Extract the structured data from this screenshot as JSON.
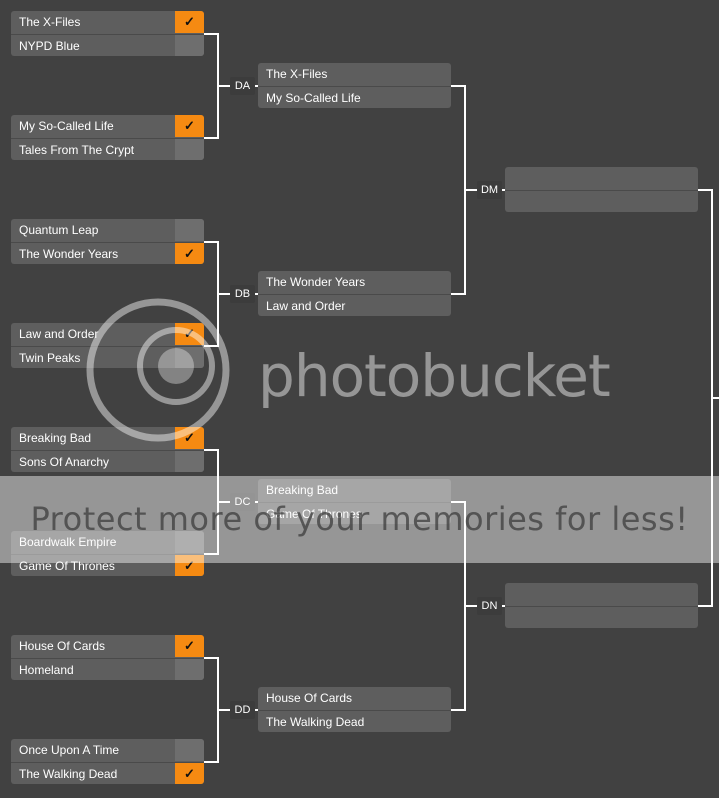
{
  "round1": [
    {
      "top": "The X-Files",
      "bottom": "NYPD Blue",
      "pick": "top"
    },
    {
      "top": "My So-Called Life",
      "bottom": "Tales From The Crypt",
      "pick": "top"
    },
    {
      "top": "Quantum Leap",
      "bottom": "The Wonder Years",
      "pick": "bottom"
    },
    {
      "top": "Law and Order",
      "bottom": "Twin Peaks",
      "pick": "top"
    },
    {
      "top": "Breaking Bad",
      "bottom": "Sons Of Anarchy",
      "pick": "top"
    },
    {
      "top": "Boardwalk Empire",
      "bottom": "Game Of Thrones",
      "pick": "bottom"
    },
    {
      "top": "House Of Cards",
      "bottom": "Homeland",
      "pick": "top"
    },
    {
      "top": "Once Upon A Time",
      "bottom": "The Walking Dead",
      "pick": "bottom"
    }
  ],
  "round2": [
    {
      "top": "The X-Files",
      "bottom": "My So-Called Life"
    },
    {
      "top": "The Wonder Years",
      "bottom": "Law and Order"
    },
    {
      "top": "Breaking Bad",
      "bottom": "Game Of Thrones"
    },
    {
      "top": "House Of Cards",
      "bottom": "The Walking Dead"
    }
  ],
  "round3": [
    {
      "top": "",
      "bottom": ""
    },
    {
      "top": "",
      "bottom": ""
    }
  ],
  "badges": {
    "da": "DA",
    "db": "DB",
    "dc": "DC",
    "dd": "DD",
    "dm": "DM",
    "dn": "DN"
  },
  "check_mark": "✓",
  "watermark": {
    "logo_text": "photobucket",
    "banner_text": "Protect more of your memories for less!"
  },
  "colors": {
    "background": "#414141",
    "card": "#5e5e5e",
    "checked": "#f58a12",
    "unchecked": "#6e6e6e",
    "connector": "#ffffff"
  }
}
